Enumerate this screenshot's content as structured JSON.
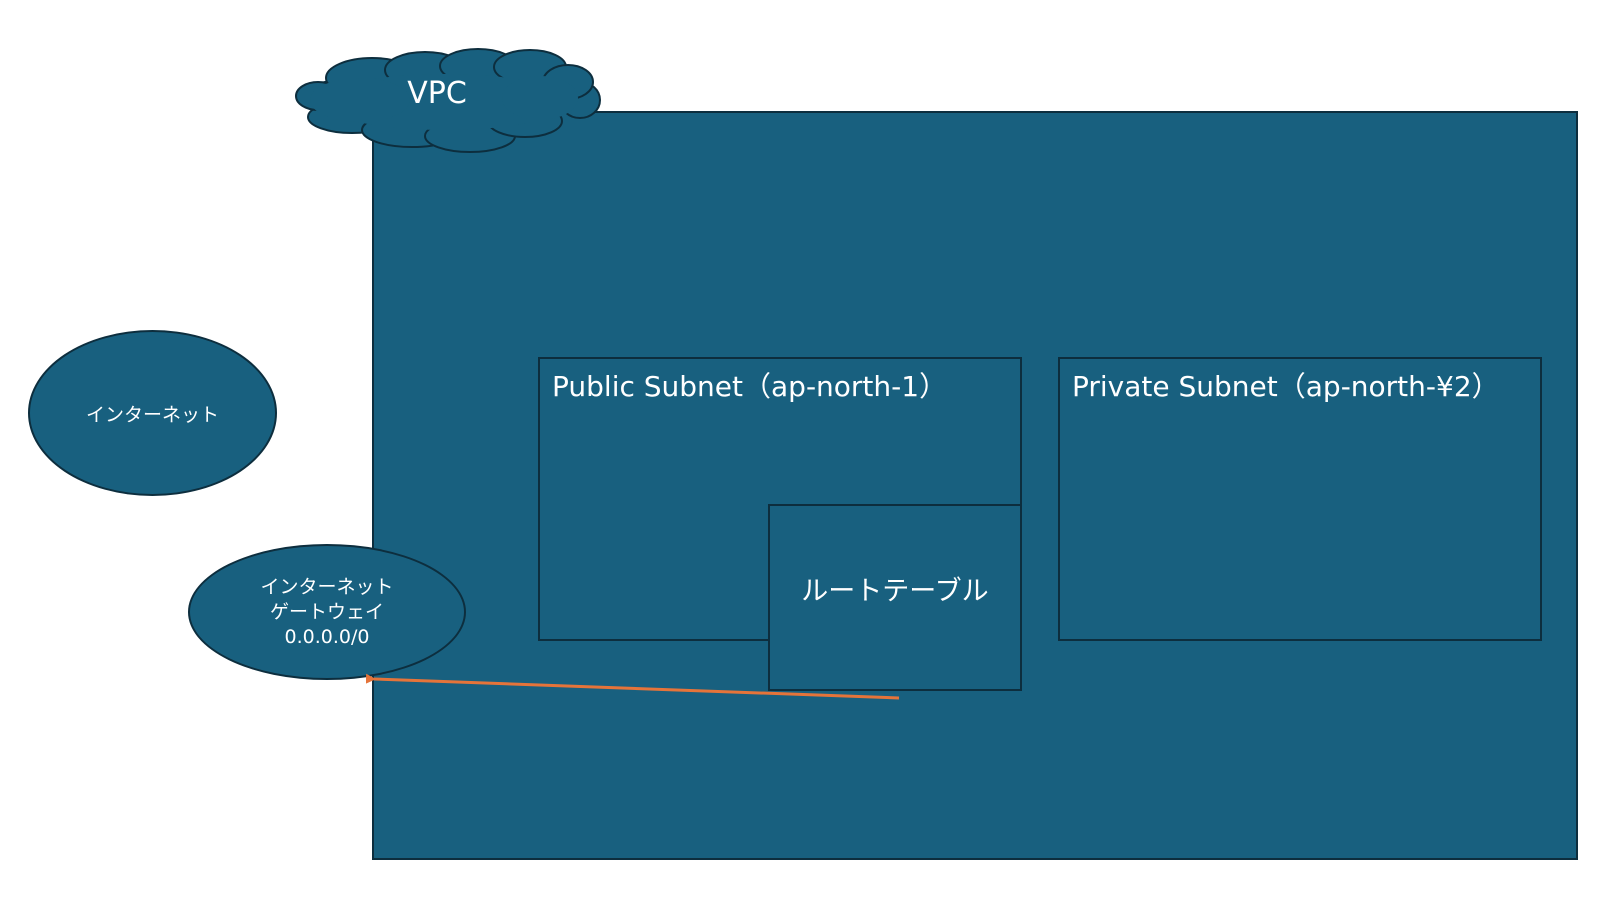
{
  "vpc": {
    "label": "VPC"
  },
  "public_subnet": {
    "label": "Public Subnet（ap-north-1）"
  },
  "private_subnet": {
    "label": "Private Subnet（ap-north-¥2）"
  },
  "route_table": {
    "label": "ルートテーブル"
  },
  "internet": {
    "label": "インターネット"
  },
  "internet_gateway": {
    "line1": "インターネット",
    "line2": "ゲートウェイ",
    "line3": "0.0.0.0/0"
  },
  "colors": {
    "fill": "#18607f",
    "stroke": "#0d2e3e",
    "arrow": "#e5743a",
    "text": "#ffffff"
  }
}
